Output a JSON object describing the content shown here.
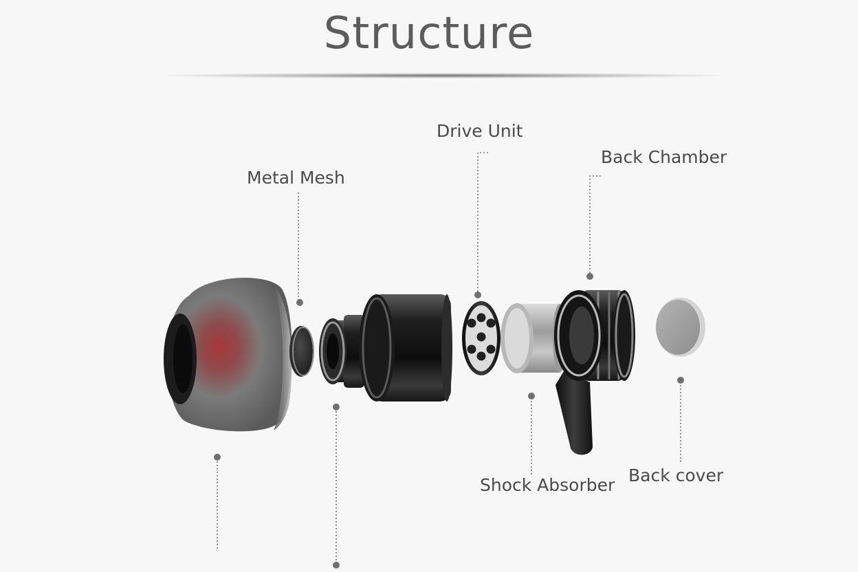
{
  "title": "Structure",
  "labels": {
    "metal_mesh": "Metal Mesh",
    "drive_unit": "Drive Unit",
    "back_chamber": "Back Chamber",
    "shock_absorber": "Shock Absorber",
    "back_cover": "Back cover"
  },
  "colors": {
    "title": "#5c5c5c",
    "label": "#4a4a4a",
    "leader": "#777777",
    "background": "#f7f7f7"
  }
}
